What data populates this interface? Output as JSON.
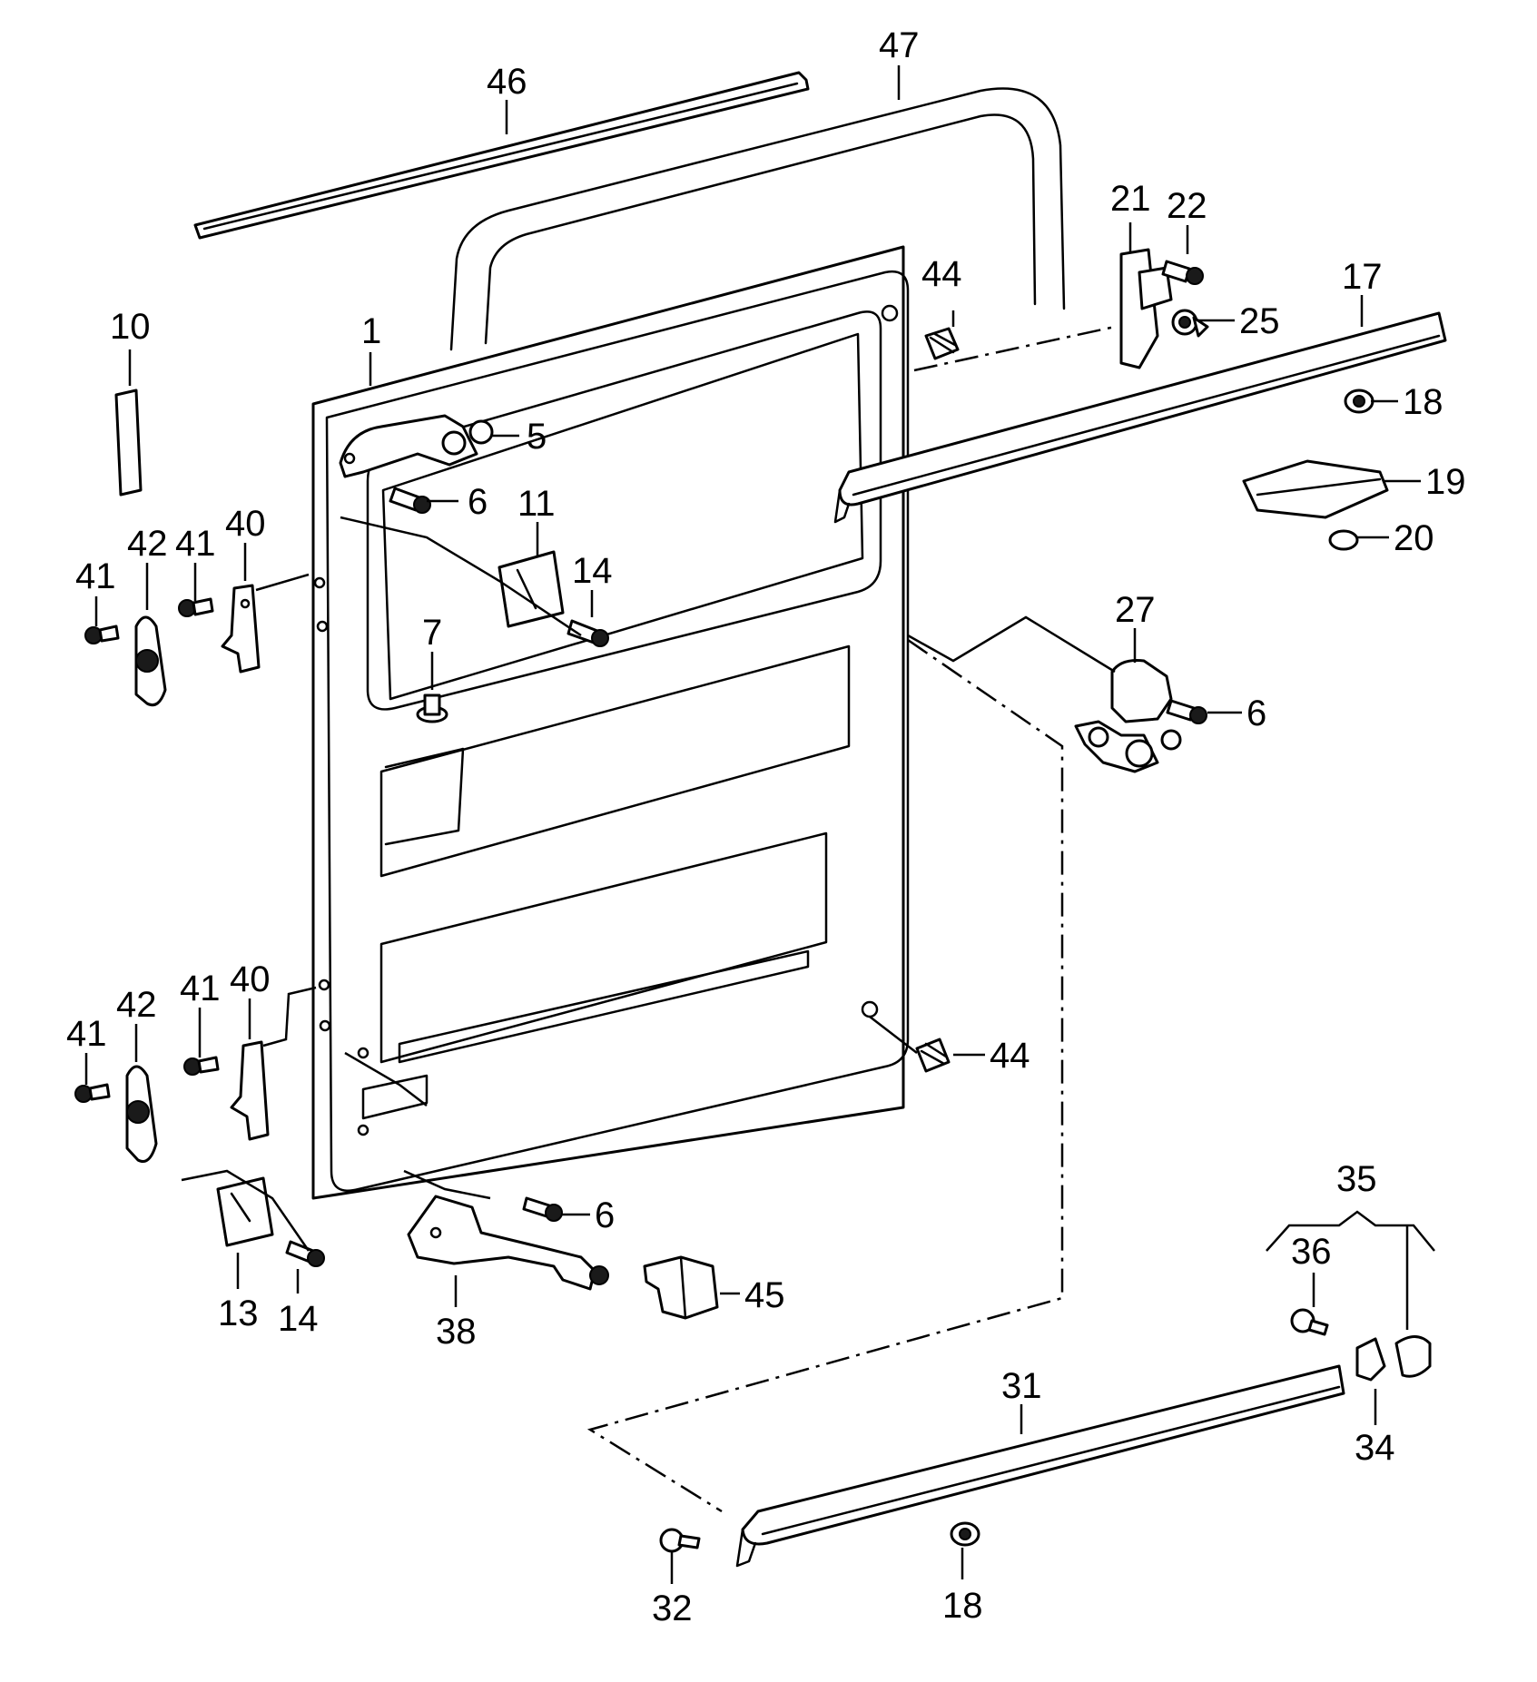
{
  "diagram": {
    "callouts": {
      "c1": "1",
      "c5": "5",
      "c6a": "6",
      "c6b": "6",
      "c6c": "6",
      "c7": "7",
      "c10": "10",
      "c11": "11",
      "c13": "13",
      "c14a": "14",
      "c14b": "14",
      "c17": "17",
      "c18a": "18",
      "c18b": "18",
      "c19": "19",
      "c20": "20",
      "c21": "21",
      "c22": "22",
      "c25": "25",
      "c27": "27",
      "c31": "31",
      "c32": "32",
      "c34": "34",
      "c35": "35",
      "c36": "36",
      "c38": "38",
      "c40a": "40",
      "c40b": "40",
      "c41a": "41",
      "c41b": "41",
      "c41c": "41",
      "c41d": "41",
      "c42a": "42",
      "c42b": "42",
      "c44a": "44",
      "c44b": "44",
      "c45": "45",
      "c46": "46",
      "c47": "47"
    }
  }
}
